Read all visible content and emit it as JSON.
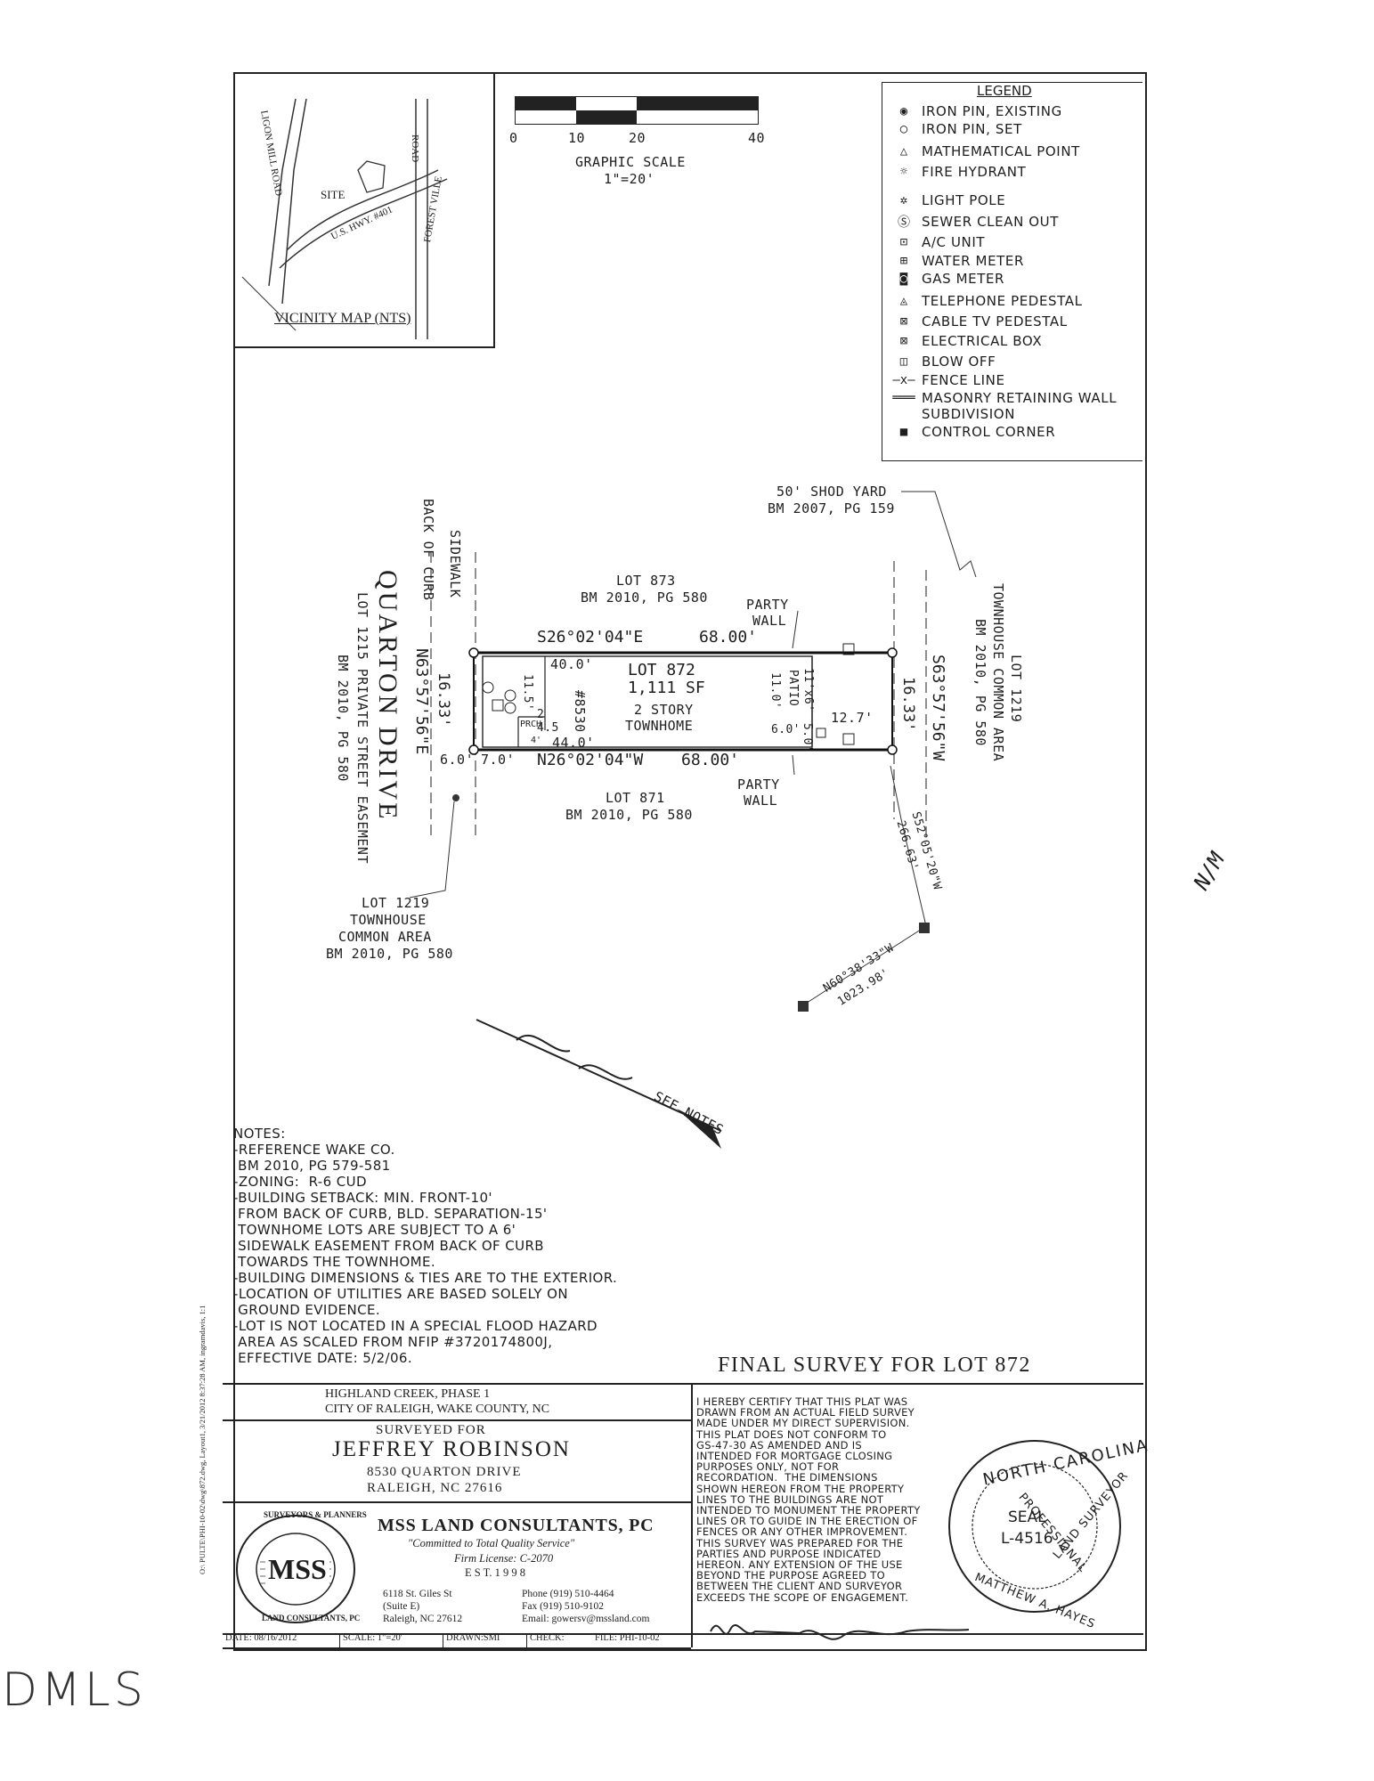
{
  "scale": {
    "ticks": [
      "0",
      "10",
      "20",
      "40"
    ],
    "title": "GRAPHIC SCALE",
    "ratio": "1\"=20'"
  },
  "vicinity": {
    "title": "VICINITY MAP (NTS)",
    "ligon_mill_road": "LIGON MILL ROAD",
    "road": "ROAD",
    "us_hwy": "U.S. HWY. #401",
    "forest_ville": "FOREST VILLE",
    "site": "SITE"
  },
  "legend": {
    "title": "LEGEND",
    "items": [
      {
        "symbol": "◉",
        "label": "IRON PIN, EXISTING"
      },
      {
        "symbol": "○",
        "label": "IRON PIN, SET"
      },
      {
        "symbol": "△",
        "label": "MATHEMATICAL POINT"
      },
      {
        "symbol": "☼",
        "label": "FIRE HYDRANT"
      },
      {
        "symbol": "✲",
        "label": "LIGHT POLE"
      },
      {
        "symbol": "Ⓢ",
        "label": "SEWER CLEAN OUT"
      },
      {
        "symbol": "⊡",
        "label": "A/C UNIT"
      },
      {
        "symbol": "⊞",
        "label": "WATER METER"
      },
      {
        "symbol": "◙",
        "label": "GAS METER"
      },
      {
        "symbol": "◬",
        "label": "TELEPHONE PEDESTAL"
      },
      {
        "symbol": "⊠",
        "label": "CABLE TV PEDESTAL"
      },
      {
        "symbol": "⊠",
        "label": "ELECTRICAL BOX"
      },
      {
        "symbol": "◫",
        "label": "BLOW OFF"
      },
      {
        "symbol": "—x—",
        "label": "FENCE LINE"
      },
      {
        "symbol": "═══",
        "label": "MASONRY RETAINING WALL"
      },
      {
        "symbol": "",
        "label": "SUBDIVISION"
      },
      {
        "symbol": "■",
        "label": "CONTROL CORNER"
      }
    ]
  },
  "plat": {
    "shod_yard_1": "50' SHOD YARD",
    "shod_yard_2": "BM 2007, PG 159",
    "lot873_1": "LOT 873",
    "lot873_2": "BM 2010, PG 580",
    "lot871_1": "LOT 871",
    "lot871_2": "BM 2010, PG 580",
    "party_wall_1": "PARTY",
    "party_wall_2": "WALL",
    "north_bearing": "S26°02'04\"E",
    "north_dist": "68.00'",
    "south_bearing": "N26°02'04\"W",
    "south_dist": "68.00'",
    "lot872_1": "LOT 872",
    "lot872_2": "1,111 SF",
    "lot872_3": "2 STORY",
    "lot872_4": "TOWNHOME",
    "dim_40": "40.0'",
    "dim_44": "44.0'",
    "dim_115": "11.5'",
    "dim_2": "2",
    "dim_45": "4.5",
    "dim_4": "4'",
    "porch": "PRCH",
    "house_no": "#8530",
    "patio_1": "11'x6'",
    "patio_2": "PATIO",
    "dim_110": "11.0'",
    "dim_127": "12.7'",
    "dim_60": "6.0'",
    "dim_50": "5.0'",
    "west_dim": "16.33'",
    "east_dim": "16.33'",
    "west_bearing": "N63°57'56\"E",
    "east_bearing": "S63°57'56\"W",
    "sidewalk_offset": "6.0'",
    "curb_offset": "7.0'",
    "back_of_curb": "BACK OF CURB",
    "sidewalk": "SIDEWALK",
    "street": "QUARTON DRIVE",
    "easement_1": "LOT 1215 PRIVATE STREET EASEMENT",
    "easement_2": "BM 2010, PG 580",
    "east_lot_1": "LOT 1219",
    "east_lot_2": "TOWNHOUSE COMMON AREA",
    "east_lot_3": "BM 2010, PG 580",
    "tie1_bearing": "S52°05'20\"W",
    "tie1_dist": "266.63'",
    "tie2_bearing": "N60°38'33\"W",
    "tie2_dist": "1023.98'",
    "sw_lot_1": "LOT 1219",
    "sw_lot_2": "TOWNHOUSE",
    "sw_lot_3": "COMMON AREA",
    "sw_lot_4": "BM 2010, PG 580",
    "see_notes": "SEE NOTES",
    "north_label": "N/M"
  },
  "notes": {
    "lines": [
      "NOTES:",
      "-REFERENCE WAKE CO.",
      " BM 2010, PG 579-581",
      "-ZONING:  R-6 CUD",
      "-BUILDING SETBACK: MIN. FRONT-10'",
      " FROM BACK OF CURB, BLD. SEPARATION-15'",
      " TOWNHOME LOTS ARE SUBJECT TO A 6'",
      " SIDEWALK EASEMENT FROM BACK OF CURB",
      " TOWARDS THE TOWNHOME.",
      "-BUILDING DIMENSIONS & TIES ARE TO THE EXTERIOR.",
      "-LOCATION OF UTILITIES ARE BASED SOLELY ON",
      " GROUND EVIDENCE.",
      "-LOT IS NOT LOCATED IN A SPECIAL FLOOD HAZARD",
      " AREA AS SCALED FROM NFIP #3720174800J,",
      " EFFECTIVE DATE: 5/2/06."
    ]
  },
  "final_survey": "FINAL SURVEY FOR LOT 872",
  "title_block": {
    "subdivision": "HIGHLAND CREEK, PHASE 1",
    "city": "CITY OF RALEIGH, WAKE COUNTY, NC",
    "surveyed_for": "SURVEYED FOR",
    "client": "JEFFREY ROBINSON",
    "address_1": "8530 QUARTON DRIVE",
    "address_2": "RALEIGH, NC 27616"
  },
  "firm": {
    "name": "MSS LAND CONSULTANTS, PC",
    "motto": "\"Committed to Total Quality Service\"",
    "license": "Firm License: C-2070",
    "est": "E S T.   1 9 9 8",
    "addr_1": "6118 St. Giles St",
    "addr_2": "(Suite E)",
    "addr_3": "Raleigh, NC 27612",
    "phone": "Phone (919) 510-4464",
    "fax": "Fax (919) 510-9102",
    "email": "Email: gowersv@mssland.com",
    "logo_text": "MSS",
    "logo_ring_top": "SURVEYORS & PLANNERS",
    "logo_ring_bottom": "LAND CONSULTANTS, PC"
  },
  "certification": {
    "lines": [
      "I HEREBY CERTIFY THAT THIS PLAT WAS",
      "DRAWN FROM AN ACTUAL FIELD SURVEY",
      "MADE UNDER MY DIRECT SUPERVISION.",
      "THIS PLAT DOES NOT CONFORM TO",
      "GS-47-30 AS AMENDED AND IS",
      "INTENDED FOR MORTGAGE CLOSING",
      "PURPOSES ONLY, NOT FOR",
      "RECORDATION.  THE DIMENSIONS",
      "SHOWN HEREON FROM THE PROPERTY",
      "LINES TO THE BUILDINGS ARE NOT",
      "INTENDED TO MONUMENT THE PROPERTY",
      "LINES OR TO GUIDE IN THE ERECTION OF",
      "FENCES OR ANY OTHER IMPROVEMENT.",
      "THIS SURVEY WAS PREPARED FOR THE",
      "PARTIES AND PURPOSE INDICATED",
      "HEREON. ANY EXTENSION OF THE USE",
      "BEYOND THE PURPOSE AGREED TO",
      "BETWEEN THE CLIENT AND SURVEYOR",
      "EXCEEDS THE SCOPE OF ENGAGEMENT."
    ]
  },
  "seal": {
    "ring_top": "NORTH CAROLINA",
    "ring_right": "PROFESSIONAL",
    "seal": "SEAL",
    "number": "L-4516",
    "ring_lower": "LAND SURVEYOR",
    "name": "MATTHEW A. HAYES"
  },
  "footer": {
    "date": "DATE: 08/16/2012",
    "scale": "SCALE: 1\"=20'",
    "drawn": "DRAWN:SMI",
    "check": "CHECK:",
    "file": "FILE: PHI-10-02"
  },
  "side_path": "O:\\ PULTE\\PHI-10-02\\dwg\\872.dwg, Layout1, 3/21/2012 8:37:28 AM, ingramdavis, 1:1",
  "watermark": "DMLS"
}
